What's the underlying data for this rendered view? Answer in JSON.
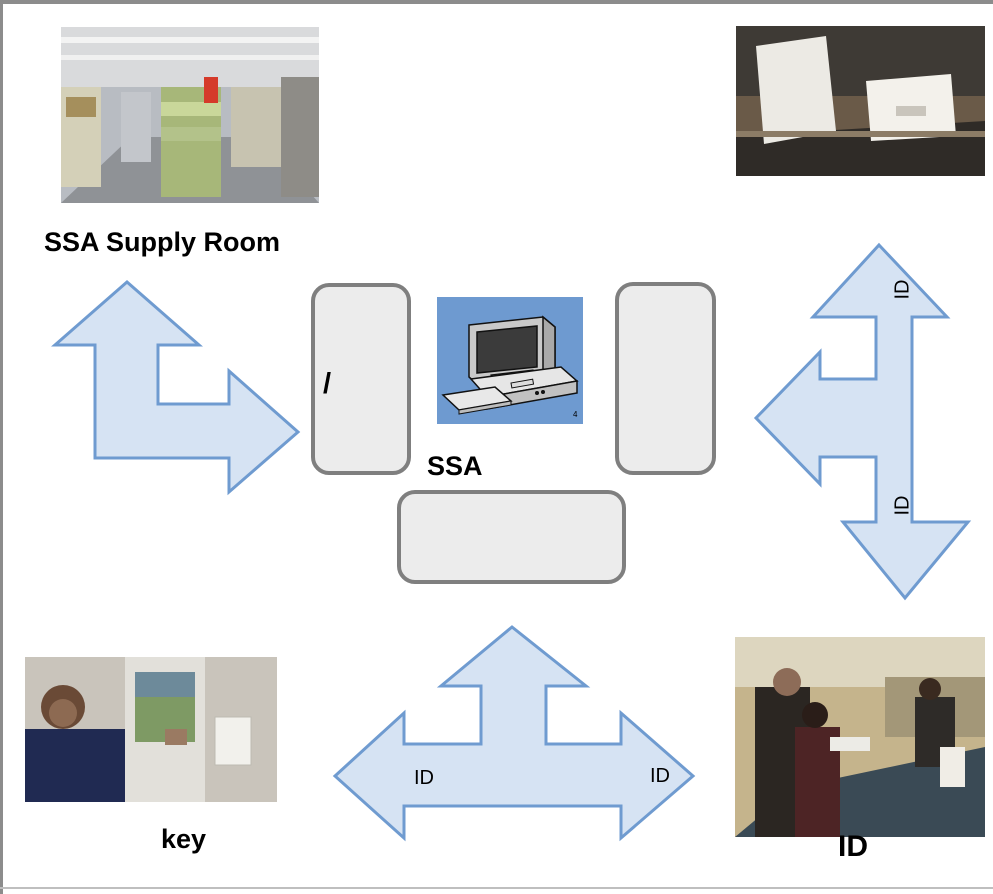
{
  "labels": {
    "supply_room": "SSA Supply Room",
    "center": "SSA",
    "slash": "/",
    "key": "key",
    "id_bottom_right": "ID"
  },
  "arrow_labels": {
    "right_top": "ID",
    "right_bottom": "ID",
    "bottom_left": "ID",
    "bottom_right": "ID"
  },
  "computer": {
    "page_number": "4"
  },
  "colors": {
    "arrow_fill": "#d6e3f3",
    "arrow_stroke": "#6f9bd0",
    "box_fill": "#ececec",
    "box_stroke": "#7f7f7f",
    "computer_bg": "#6e9ad0"
  },
  "images": [
    {
      "name": "supply-room-photo",
      "subject": "store aisles with shelves"
    },
    {
      "name": "mail-bins-photo",
      "subject": "white cards on a counter"
    },
    {
      "name": "woman-reader-photo",
      "subject": "woman presenting a key card to a wall reader"
    },
    {
      "name": "counter-staff-photo",
      "subject": "people at a service counter"
    }
  ]
}
